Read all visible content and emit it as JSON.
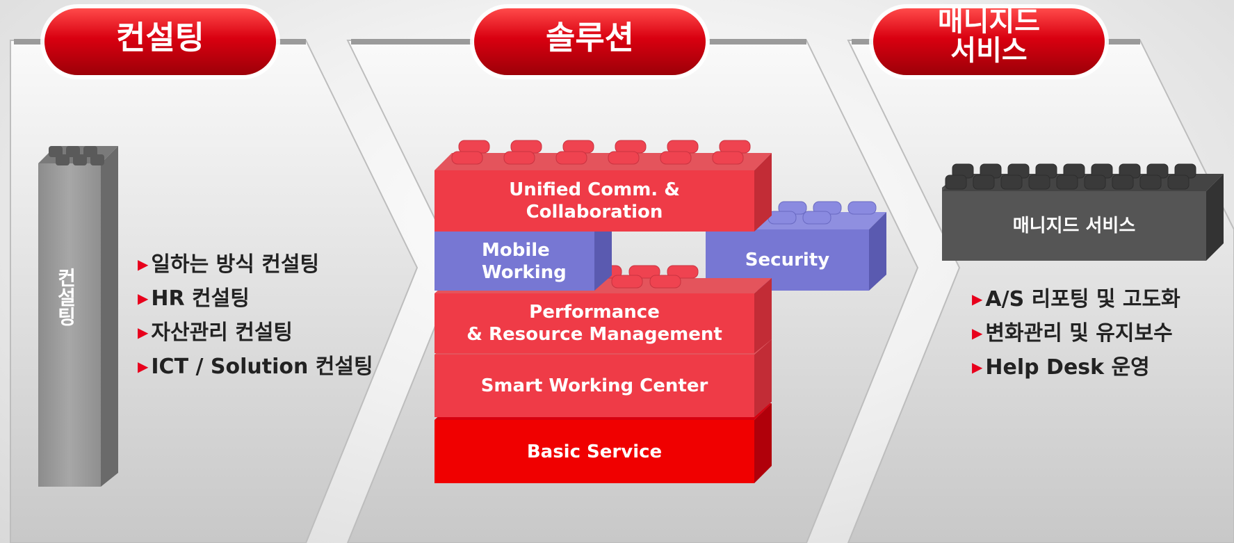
{
  "columns": [
    {
      "title": "컨설팅",
      "bullets": [
        "일하는 방식 컨설팅",
        "HR 컨설팅",
        "자산관리 컨설팅",
        "ICT / Solution 컨설팅"
      ]
    },
    {
      "title": "솔루션"
    },
    {
      "title": "매니지드\n서비스",
      "bullets": [
        "A/S 리포팅 및 고도화",
        "변화관리 및 유지보수",
        "Help Desk 운영"
      ]
    }
  ],
  "pillar_label": "컨설팅",
  "managed_block_label": "매니지드 서비스",
  "solution_blocks": {
    "ucc": "Unified Comm. &\nCollaboration",
    "mobile": "Mobile\nWorking",
    "security": "Security",
    "performance": "Performance\n& Resource Management",
    "swc": "Smart Working Center",
    "basic": "Basic Service"
  },
  "bullet_marker": "▶",
  "colors": {
    "red": "#e8001c",
    "block_red": "#ef3b47",
    "purple": "#7777d3",
    "dark_block": "#555555",
    "pillar_gray": "#9a9a9a"
  }
}
